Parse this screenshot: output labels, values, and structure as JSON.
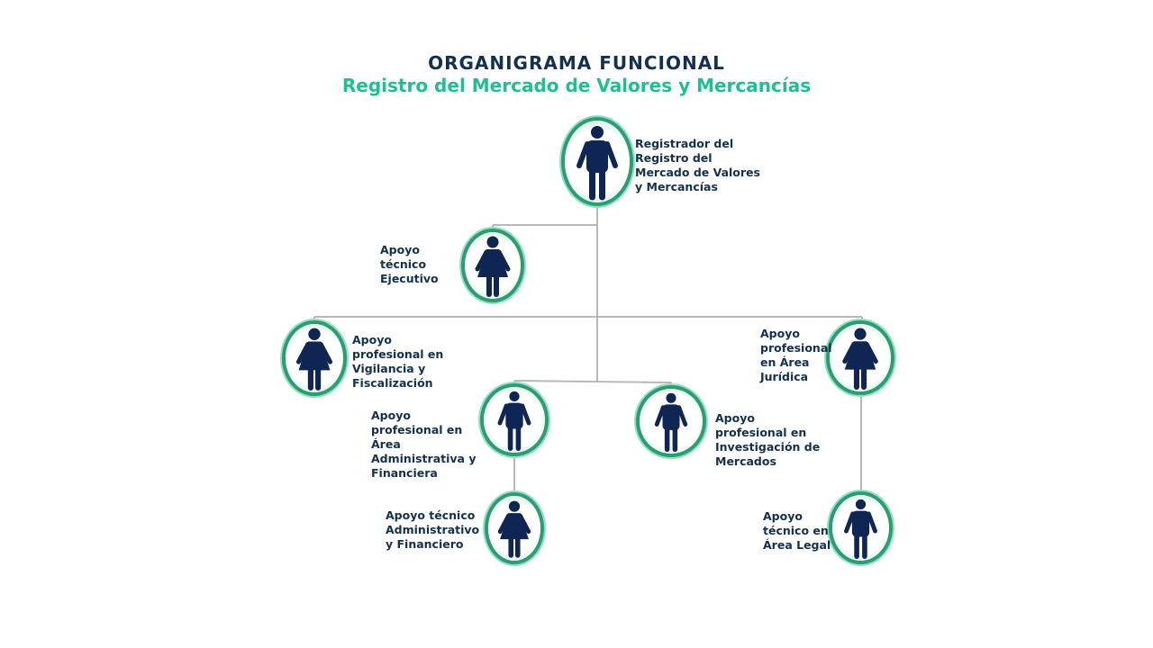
{
  "header": {
    "title": "ORGANIGRAMA FUNCIONAL",
    "subtitle": "Registro del Mercado de Valores y Mercancías"
  },
  "colors": {
    "title": "#14304f",
    "subtitle": "#1fc08f",
    "figure": "#0f2553",
    "ring": "#2c9d6e",
    "line": "#b8b8b8"
  },
  "nodes": {
    "registrador": {
      "label": "Registrador del Registro del Mercado de Valores y Mercancías",
      "icon": "male-person-icon"
    },
    "ejecutivo": {
      "label": "Apoyo técnico Ejecutivo",
      "icon": "female-person-icon"
    },
    "vigilancia": {
      "label": "Apoyo profesional en Vigilancia y Fiscalización",
      "icon": "female-person-icon"
    },
    "juridica": {
      "label": "Apoyo profesional en Área Jurídica",
      "icon": "female-person-icon"
    },
    "administrativa": {
      "label": "Apoyo profesional en Área Administrativa y Financiera",
      "icon": "male-person-icon"
    },
    "investigacion": {
      "label": "Apoyo profesional en Investigación de Mercados",
      "icon": "male-person-icon"
    },
    "tec_admin": {
      "label": "Apoyo técnico Administrativo y Financiero",
      "icon": "female-person-icon"
    },
    "tec_legal": {
      "label": "Apoyo técnico en Área Legal",
      "icon": "male-person-icon"
    }
  }
}
